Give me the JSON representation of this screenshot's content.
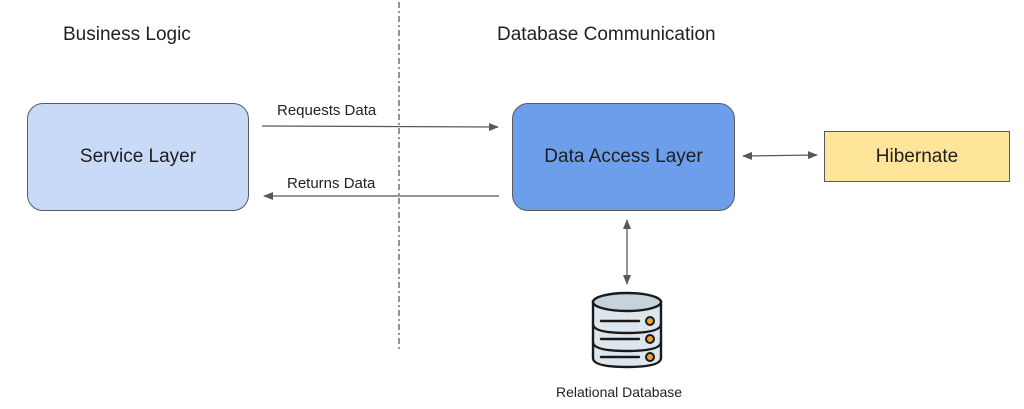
{
  "sections": {
    "left_title": "Business Logic",
    "right_title": "Database Communication"
  },
  "nodes": {
    "service_layer": "Service Layer",
    "data_access_layer": "Data Access Layer",
    "hibernate": "Hibernate",
    "relational_database": "Relational Database"
  },
  "edges": {
    "requests": "Requests Data",
    "returns": "Returns Data"
  },
  "colors": {
    "service_fill": "#c9daf8",
    "dal_fill": "#6d9eeb",
    "hibernate_fill": "#ffe599",
    "box_border": "#595959",
    "arrow": "#595959",
    "divider": "#595959",
    "db_body": "#dde6ec",
    "db_top": "#c6d3dc",
    "db_outline": "#1a1a1a",
    "db_dot": "#f0a030"
  },
  "icons": {
    "database": "database-icon"
  }
}
